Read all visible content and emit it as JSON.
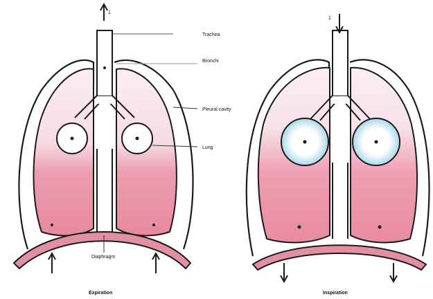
{
  "top_text": "",
  "labels": {
    "left_top_arrow": "1",
    "right_top_arrow": "1",
    "trachea": "Trachea",
    "bronchi": "Bronchi",
    "pleural_cavity": "Pleural cavity",
    "lung": "Lung",
    "diaphragm": "Diaphragm"
  },
  "captions": {
    "left": "Expiration",
    "right": "Inspiration"
  },
  "colors": {
    "lung_pink": "#e88aa0",
    "lung_pale": "#f7e6ea",
    "diaphragm": "#e28fa1",
    "alveoli_blue": "#a8d8e8",
    "line": "#1a1a1a"
  }
}
